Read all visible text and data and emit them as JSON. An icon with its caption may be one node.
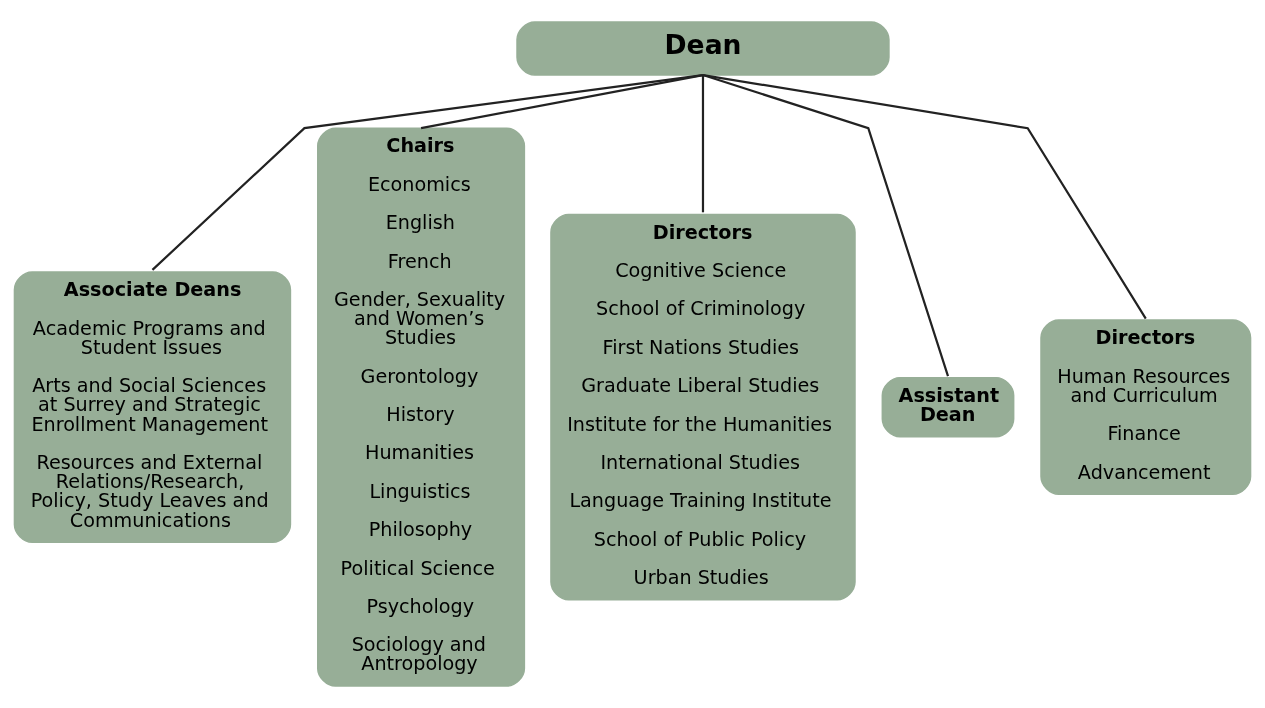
{
  "diagram": {
    "nodes": [
      {
        "text": [
          "Dean"
        ]
      },
      {
        "text": [
          "Associate Deans",
          "Academic Programs and Student Issues",
          "Arts and Social Sciences at Surrey and Strategic Enrollment Management",
          "Resources and External Relations/Research, Policy, Study Leaves and Communications"
        ]
      },
      {
        "text": [
          "Chairs",
          "Economics",
          "English",
          "French",
          "Gender, Sexuality and Women’s Studies",
          "Gerontology",
          "History",
          "Humanities",
          "Linguistics",
          "Philosophy",
          "Political Science",
          "Psychology",
          "Sociology and Antropology"
        ]
      },
      {
        "text": [
          "Directors",
          "Cognitive Science",
          "School of Criminology",
          "First Nations Studies",
          "Graduate Liberal Studies",
          "Institute for the Humanities",
          "International Studies",
          "Language Training Institute",
          "School of Public Policy",
          "Urban Studies"
        ]
      },
      {
        "text": [
          "Assistant Dean"
        ]
      },
      {
        "text": [
          "Directors",
          "Human Resources and Curriculum",
          "Finance",
          "Advancement"
        ]
      }
    ],
    "edges": [
      {
        "from": 0,
        "to": 1,
        "arrow": "none"
      },
      {
        "from": 0,
        "to": 2,
        "arrow": "none"
      },
      {
        "from": 0,
        "to": 3,
        "arrow": "none"
      },
      {
        "from": 0,
        "to": 4,
        "arrow": "none"
      },
      {
        "from": 0,
        "to": 5,
        "arrow": "none"
      }
    ]
  }
}
